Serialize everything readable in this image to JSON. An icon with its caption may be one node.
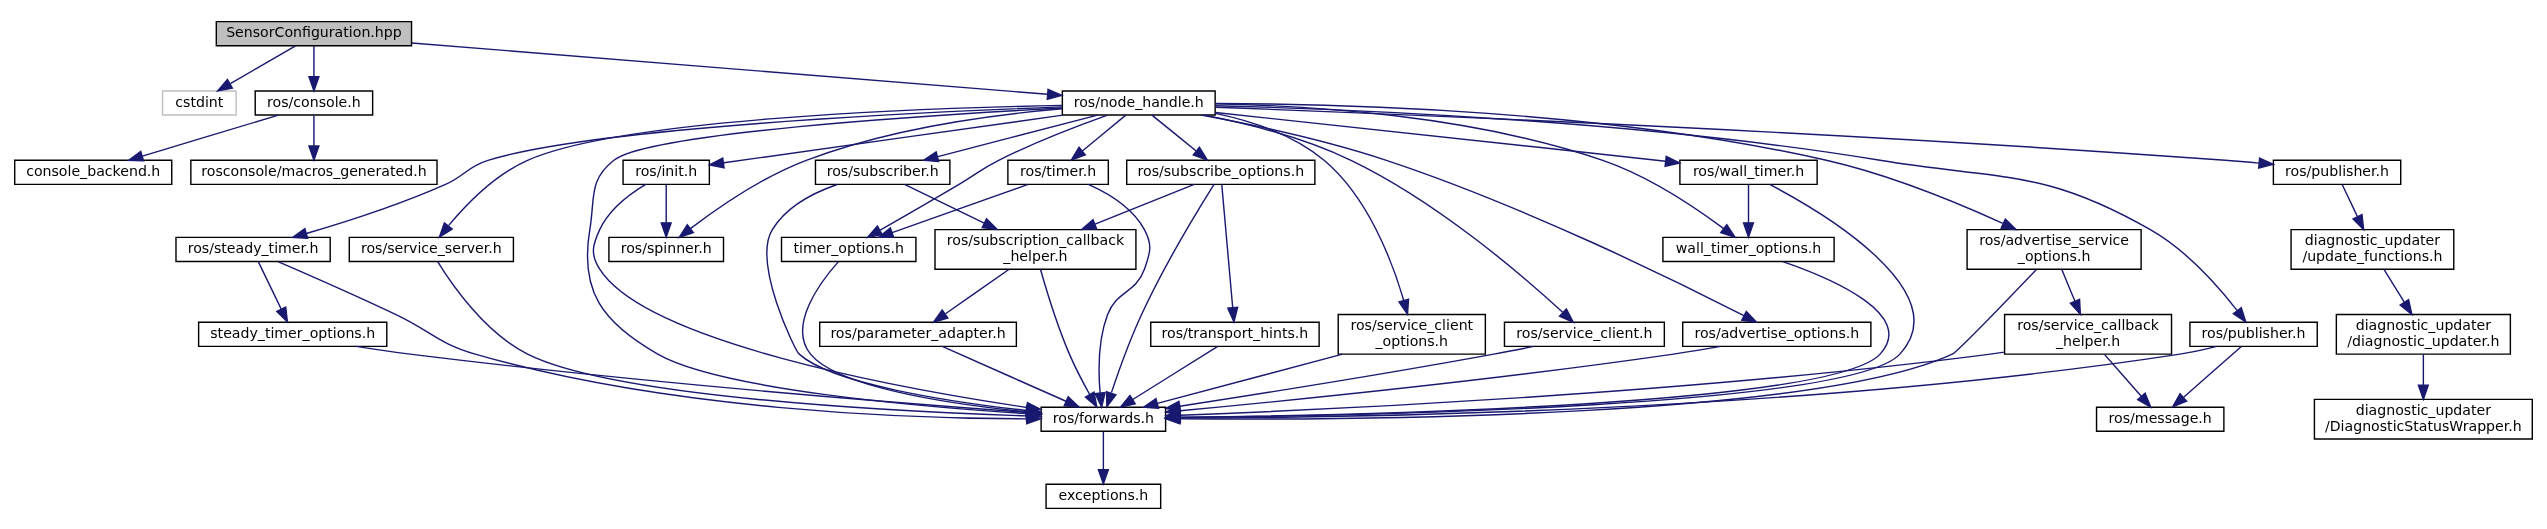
{
  "diagram": {
    "nodes": [
      {
        "text": [
          "SensorConfiguration.hpp"
        ]
      },
      {
        "text": [
          "cstdint"
        ]
      },
      {
        "text": [
          "ros/console.h"
        ]
      },
      {
        "text": [
          "ros/node_handle.h"
        ]
      },
      {
        "text": [
          "rosconsole/macros_generated.h"
        ]
      },
      {
        "text": [
          "console_backend.h"
        ]
      },
      {
        "text": [
          "ros/timer.h"
        ]
      },
      {
        "text": [
          "ros/wall_timer.h"
        ]
      },
      {
        "text": [
          "ros/subscribe_options.h"
        ]
      },
      {
        "text": [
          "ros/subscriber.h"
        ]
      },
      {
        "text": [
          "ros/init.h"
        ]
      },
      {
        "text": [
          "ros/publisher.h"
        ]
      },
      {
        "text": [
          "ros/advertise_service _options.h"
        ]
      },
      {
        "text": [
          "timer_options.h"
        ]
      },
      {
        "text": [
          "wall_timer_options.h"
        ]
      },
      {
        "text": [
          "ros/steady_timer.h"
        ]
      },
      {
        "text": [
          "ros/subscription_callback _helper.h"
        ]
      },
      {
        "text": [
          "ros/service_client _options.h"
        ]
      },
      {
        "text": [
          "ros/spinner.h"
        ]
      },
      {
        "text": [
          "ros/service_client.h"
        ]
      },
      {
        "text": [
          "diagnostic_updater /update_functions.h"
        ]
      },
      {
        "text": [
          "ros/publisher.h"
        ]
      },
      {
        "text": [
          "ros/service_callback _helper.h"
        ]
      },
      {
        "text": [
          "steady_timer_options.h"
        ]
      },
      {
        "text": [
          "ros/advertise_options.h"
        ]
      },
      {
        "text": [
          "ros/transport_hints.h"
        ]
      },
      {
        "text": [
          "ros/parameter_adapter.h"
        ]
      },
      {
        "text": [
          "ros/service_server.h"
        ]
      },
      {
        "text": [
          "diagnostic_updater /diagnostic_updater.h"
        ]
      },
      {
        "text": [
          "ros/message.h"
        ]
      },
      {
        "text": [
          "ros/forwards.h"
        ]
      },
      {
        "text": [
          "diagnostic_updater /DiagnosticStatusWrapper.h"
        ]
      },
      {
        "text": [
          "exceptions.h"
        ]
      }
    ],
    "edges": [
      {
        "from": 0,
        "to": 1,
        "arrow": "to"
      },
      {
        "from": 0,
        "to": 2,
        "arrow": "to"
      },
      {
        "from": 0,
        "to": 3,
        "arrow": "to"
      },
      {
        "from": 2,
        "to": 4,
        "arrow": "to"
      },
      {
        "from": 2,
        "to": 5,
        "arrow": "to"
      },
      {
        "from": 3,
        "to": 21,
        "arrow": "to"
      },
      {
        "from": 3,
        "to": 12,
        "arrow": "to"
      },
      {
        "from": 3,
        "to": 6,
        "arrow": "to"
      },
      {
        "from": 3,
        "to": 13,
        "arrow": "to"
      },
      {
        "from": 3,
        "to": 7,
        "arrow": "to"
      },
      {
        "from": 3,
        "to": 14,
        "arrow": "to"
      },
      {
        "from": 3,
        "to": 15,
        "arrow": "to"
      },
      {
        "from": 3,
        "to": 24,
        "arrow": "to"
      },
      {
        "from": 3,
        "to": 8,
        "arrow": "to"
      },
      {
        "from": 3,
        "to": 9,
        "arrow": "to"
      },
      {
        "from": 3,
        "to": 17,
        "arrow": "to"
      },
      {
        "from": 3,
        "to": 30,
        "arrow": "to"
      },
      {
        "from": 3,
        "to": 10,
        "arrow": "to"
      },
      {
        "from": 3,
        "to": 18,
        "arrow": "to"
      },
      {
        "from": 3,
        "to": 27,
        "arrow": "to"
      },
      {
        "from": 3,
        "to": 19,
        "arrow": "to"
      },
      {
        "from": 3,
        "to": 11,
        "arrow": "to"
      },
      {
        "from": 6,
        "to": 13,
        "arrow": "to"
      },
      {
        "from": 6,
        "to": 30,
        "arrow": "to"
      },
      {
        "from": 7,
        "to": 14,
        "arrow": "to"
      },
      {
        "from": 7,
        "to": 30,
        "arrow": "to"
      },
      {
        "from": 8,
        "to": 25,
        "arrow": "to"
      },
      {
        "from": 8,
        "to": 16,
        "arrow": "to"
      },
      {
        "from": 8,
        "to": 30,
        "arrow": "to"
      },
      {
        "from": 9,
        "to": 16,
        "arrow": "to"
      },
      {
        "from": 9,
        "to": 30,
        "arrow": "to"
      },
      {
        "from": 10,
        "to": 18,
        "arrow": "to"
      },
      {
        "from": 10,
        "to": 30,
        "arrow": "to"
      },
      {
        "from": 11,
        "to": 20,
        "arrow": "to"
      },
      {
        "from": 12,
        "to": 22,
        "arrow": "to"
      },
      {
        "from": 12,
        "to": 30,
        "arrow": "to"
      },
      {
        "from": 13,
        "to": 30,
        "arrow": "to"
      },
      {
        "from": 14,
        "to": 30,
        "arrow": "to"
      },
      {
        "from": 15,
        "to": 23,
        "arrow": "to"
      },
      {
        "from": 15,
        "to": 30,
        "arrow": "to"
      },
      {
        "from": 16,
        "to": 26,
        "arrow": "to"
      },
      {
        "from": 16,
        "to": 30,
        "arrow": "to"
      },
      {
        "from": 17,
        "to": 30,
        "arrow": "to"
      },
      {
        "from": 19,
        "to": 30,
        "arrow": "to"
      },
      {
        "from": 20,
        "to": 28,
        "arrow": "to"
      },
      {
        "from": 21,
        "to": 29,
        "arrow": "to"
      },
      {
        "from": 21,
        "to": 30,
        "arrow": "to"
      },
      {
        "from": 22,
        "to": 29,
        "arrow": "to"
      },
      {
        "from": 22,
        "to": 30,
        "arrow": "to"
      },
      {
        "from": 23,
        "to": 30,
        "arrow": "to"
      },
      {
        "from": 24,
        "to": 30,
        "arrow": "to"
      },
      {
        "from": 25,
        "to": 30,
        "arrow": "to"
      },
      {
        "from": 26,
        "to": 30,
        "arrow": "to"
      },
      {
        "from": 27,
        "to": 30,
        "arrow": "to"
      },
      {
        "from": 28,
        "to": 31,
        "arrow": "to"
      },
      {
        "from": 30,
        "to": 32,
        "arrow": "to"
      }
    ]
  }
}
